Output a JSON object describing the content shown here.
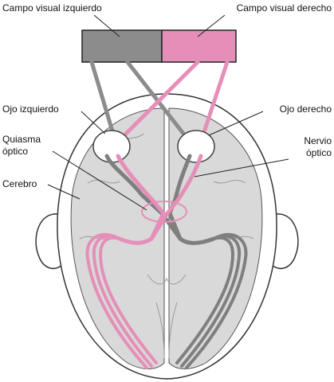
{
  "labels": {
    "left_field": "Campo visual izquierdo",
    "right_field": "Campo visual derecho",
    "left_eye": "Ojo izquierdo",
    "right_eye": "Ojo derecho",
    "chiasm_line1": "Quiasma",
    "chiasm_line2": "óptico",
    "optic_nerve_line1": "Nervio",
    "optic_nerve_line2": "óptico",
    "brain": "Cerebro"
  },
  "colors": {
    "left_pathway": "#e58fb8",
    "right_pathway": "#8c8c8c",
    "brain_fill": "#d9d9d9",
    "outline": "#333333"
  }
}
